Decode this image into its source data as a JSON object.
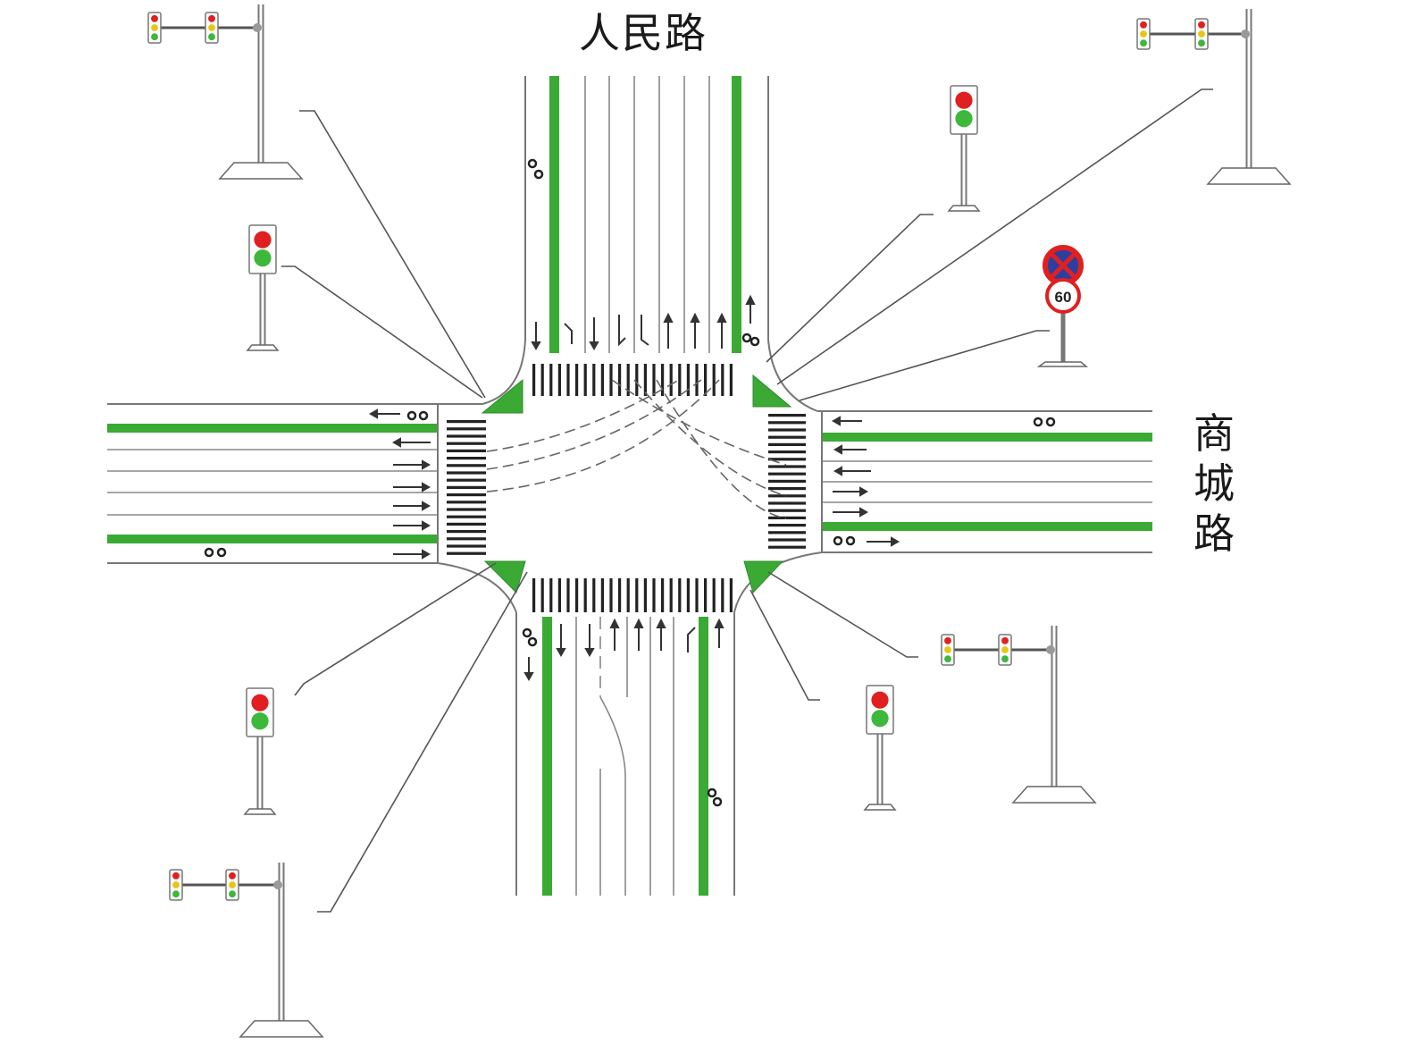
{
  "roads": {
    "north_south": "人民路",
    "east_west_chars": [
      "商",
      "城",
      "路"
    ]
  },
  "speed_limit_sign": {
    "value": "60"
  },
  "colors": {
    "green_lane": "#3aaa35",
    "line": "#555555",
    "signal_red": "#e02020",
    "signal_yellow": "#e6c619",
    "signal_green": "#3db83a",
    "no_stopping_blue": "#2a3fa0"
  }
}
